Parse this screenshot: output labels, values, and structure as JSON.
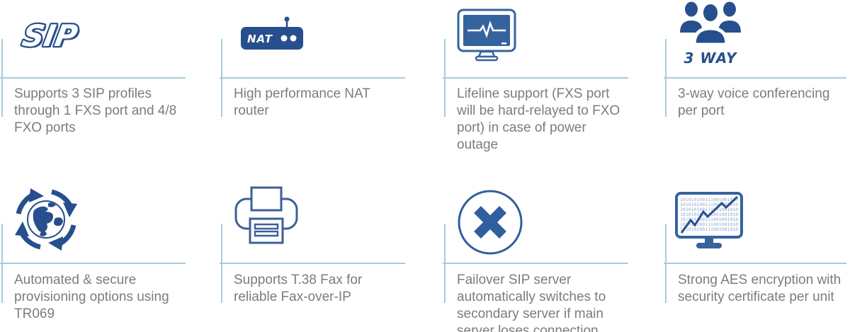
{
  "colors": {
    "accent_dark": "#274f8d",
    "accent_mid": "#35639e",
    "printer_stroke": "#3c5f98",
    "divider_blue": "#a7cbdb",
    "body_text": "#7c7c7c",
    "binary_text": "#93abce"
  },
  "features": [
    {
      "id": "sip",
      "icon": "sip-logo-icon",
      "icon_label": "SIP",
      "text": "Supports 3 SIP profiles through 1 FXS port and 4/8 FXO ports"
    },
    {
      "id": "nat",
      "icon": "nat-router-icon",
      "icon_label": "NAT",
      "text": "High performance NAT router"
    },
    {
      "id": "lifeline",
      "icon": "heartbeat-monitor-icon",
      "text": "Lifeline support (FXS port will be hard-relayed to FXO port) in case of power outage"
    },
    {
      "id": "conferencing",
      "icon": "three-way-people-icon",
      "icon_label": "3 WAY",
      "text": "3-way voice conferencing per port"
    },
    {
      "id": "provisioning",
      "icon": "globe-sync-icon",
      "text": "Automated & secure provisioning options using TR069"
    },
    {
      "id": "fax",
      "icon": "fax-printer-icon",
      "text": "Supports T.38 Fax for reliable Fax-over-IP"
    },
    {
      "id": "failover",
      "icon": "failover-x-circle-icon",
      "text": "Failover SIP server automatically switches to secondary server if main server loses connection"
    },
    {
      "id": "encryption",
      "icon": "encrypted-monitor-icon",
      "binary_row": "101010100111001001010101",
      "text": "Strong AES encryption with security certificate per unit"
    }
  ]
}
